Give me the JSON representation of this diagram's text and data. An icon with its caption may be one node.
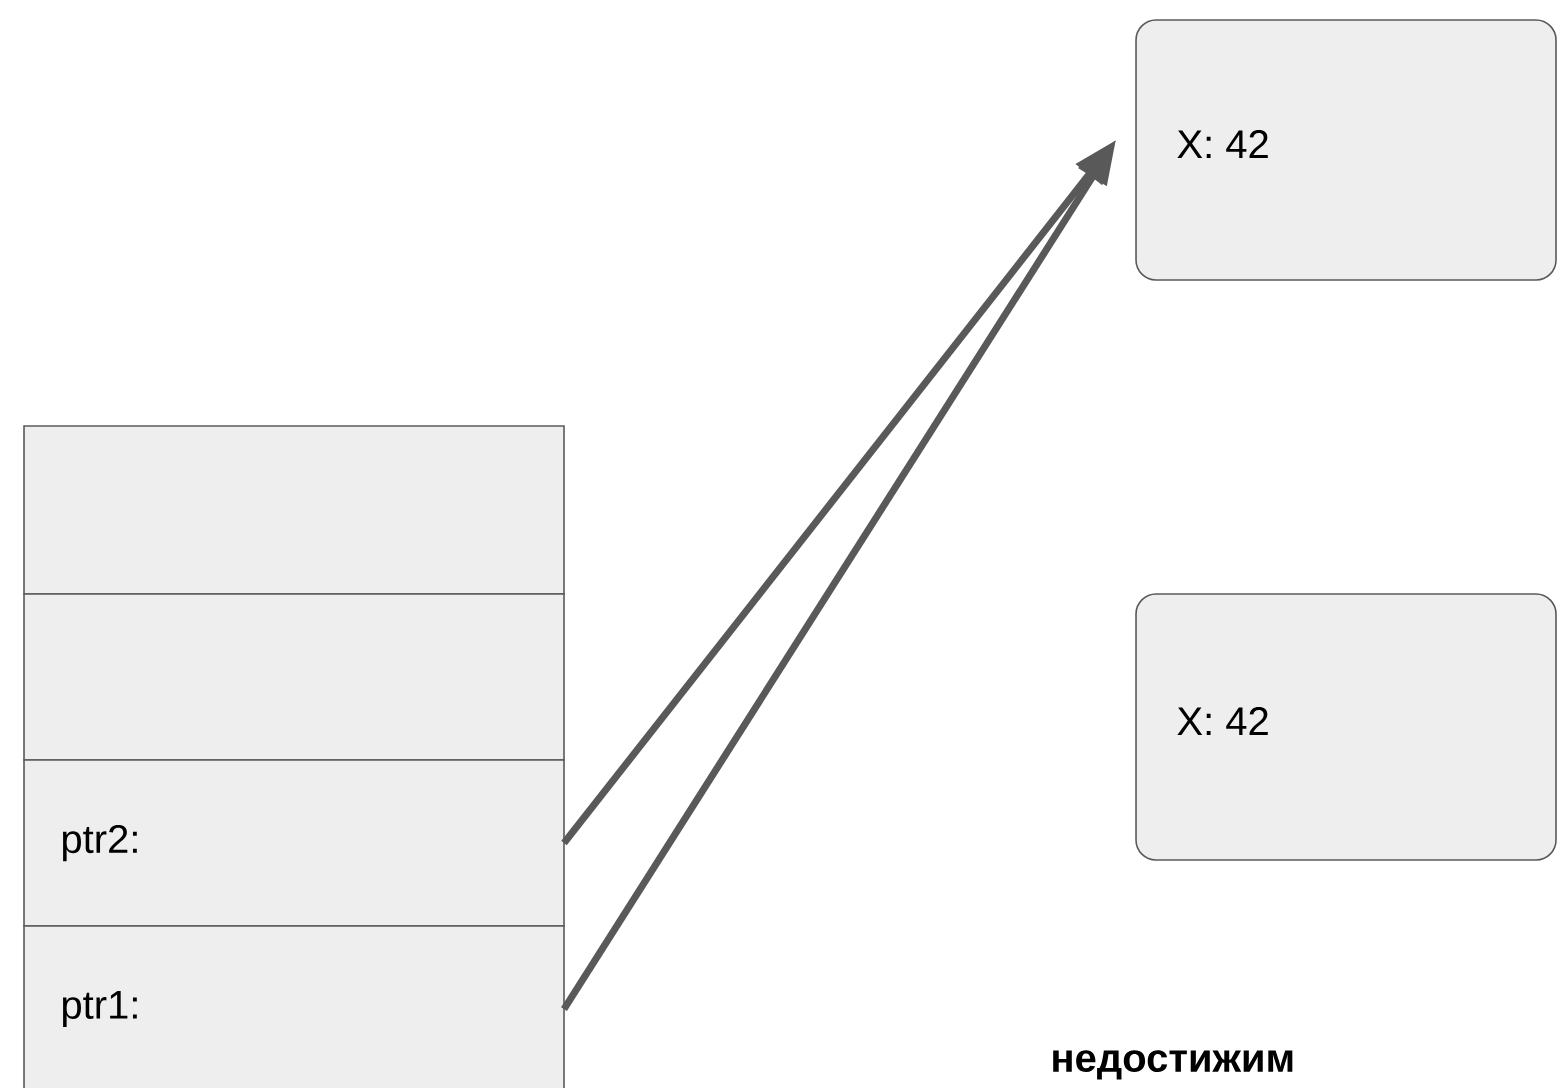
{
  "diagram": {
    "nodes": [
      {
        "text": [],
        "shape": "box"
      },
      {
        "text": [],
        "shape": "box"
      },
      {
        "text": [
          "ptr2:"
        ]
      },
      {
        "text": [
          "ptr1:"
        ]
      },
      {
        "text": [
          "X: 42"
        ]
      },
      {
        "text": [
          "X: 42"
        ]
      }
    ],
    "edges": [
      {
        "from": 2,
        "to": 4,
        "arrow": "to"
      },
      {
        "from": 3,
        "to": 4,
        "arrow": "to"
      }
    ],
    "labels": [
      "недостижим"
    ]
  }
}
